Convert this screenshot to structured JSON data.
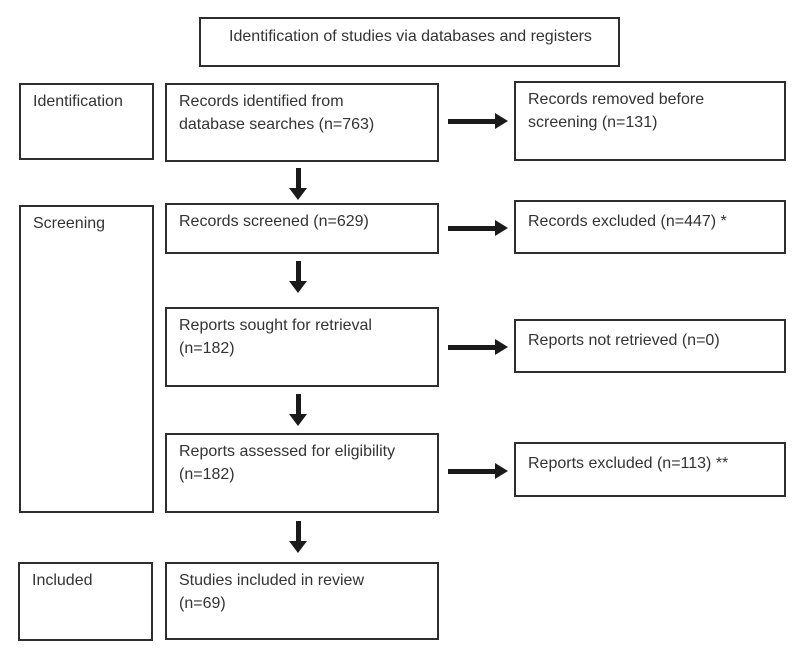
{
  "diagram": {
    "title": "Identification of studies via databases and registers",
    "stages": [
      {
        "label": "Identification"
      },
      {
        "label": "Screening"
      },
      {
        "label": "Included"
      }
    ],
    "main_flow": [
      {
        "lines": [
          "Records identified from",
          "database searches (n=763)"
        ]
      },
      {
        "lines": [
          "Records screened (n=629)"
        ]
      },
      {
        "lines": [
          "Reports sought for retrieval",
          "(n=182)"
        ]
      },
      {
        "lines": [
          "Reports assessed for eligibility",
          "(n=182)"
        ]
      },
      {
        "lines": [
          "Studies included in review",
          "(n=69)"
        ]
      }
    ],
    "exclusions": [
      {
        "lines": [
          "Records removed before",
          "screening (n=131)"
        ]
      },
      {
        "lines": [
          "Records excluded (n=447) *"
        ]
      },
      {
        "lines": [
          "Reports not retrieved (n=0)"
        ]
      },
      {
        "lines": [
          "Reports excluded (n=113) **"
        ]
      }
    ],
    "colors": {
      "border": "#2e2e2e",
      "text": "#333333",
      "arrow": "#1a1a1a",
      "background": "#ffffff"
    }
  }
}
